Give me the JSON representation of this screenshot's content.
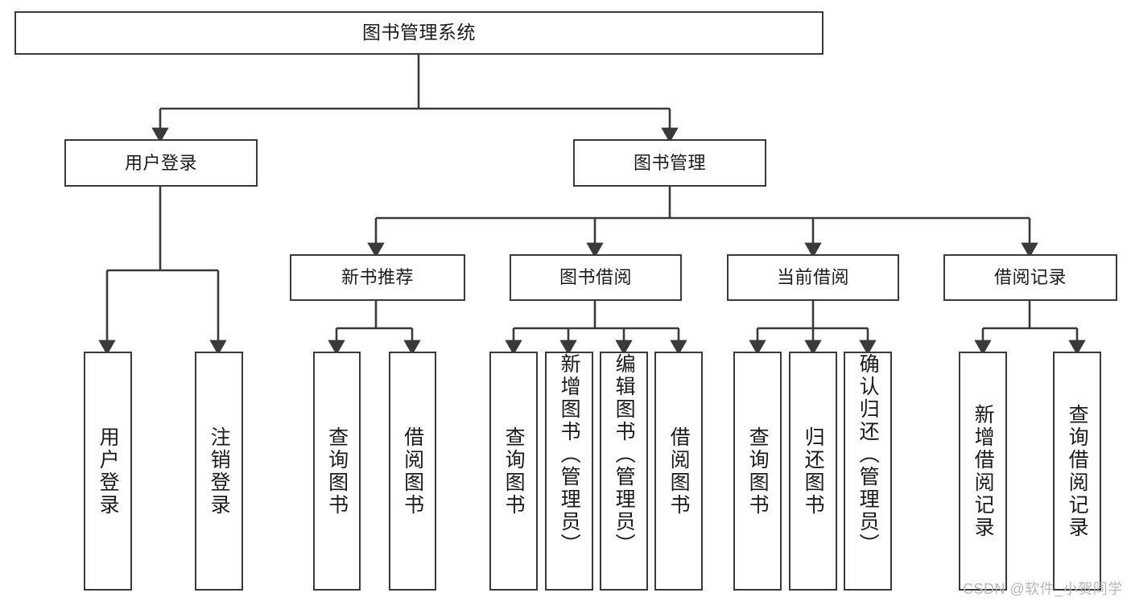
{
  "diagram": {
    "title": "图书管理系统",
    "stroke_color": "#3a3a3a",
    "text_color": "#1b1b1b",
    "background": "#ffffff",
    "nodes": {
      "root": {
        "label": "图书管理系统"
      },
      "level1": [
        {
          "label": "用户登录"
        },
        {
          "label": "图书管理"
        }
      ],
      "level2": [
        {
          "label": "新书推荐"
        },
        {
          "label": "图书借阅"
        },
        {
          "label": "当前借阅"
        },
        {
          "label": "借阅记录"
        }
      ],
      "leaves_user_login": [
        {
          "label": "用户登录"
        },
        {
          "label": "注销登录"
        }
      ],
      "leaves_new_book": [
        {
          "label": "查询图书"
        },
        {
          "label": "借阅图书"
        }
      ],
      "leaves_borrow": [
        {
          "label": "查询图书"
        },
        {
          "label": "新增图书（管理员）"
        },
        {
          "label": "编辑图书（管理员）"
        },
        {
          "label": "借阅图书"
        }
      ],
      "leaves_current": [
        {
          "label": "查询图书"
        },
        {
          "label": "归还图书"
        },
        {
          "label": "确认归还（管理员）"
        }
      ],
      "leaves_records": [
        {
          "label": "新增借阅记录"
        },
        {
          "label": "查询借阅记录"
        }
      ]
    }
  },
  "watermark": {
    "text": "CSDN @软件_小贺同学",
    "color": "#b7b7b7"
  }
}
